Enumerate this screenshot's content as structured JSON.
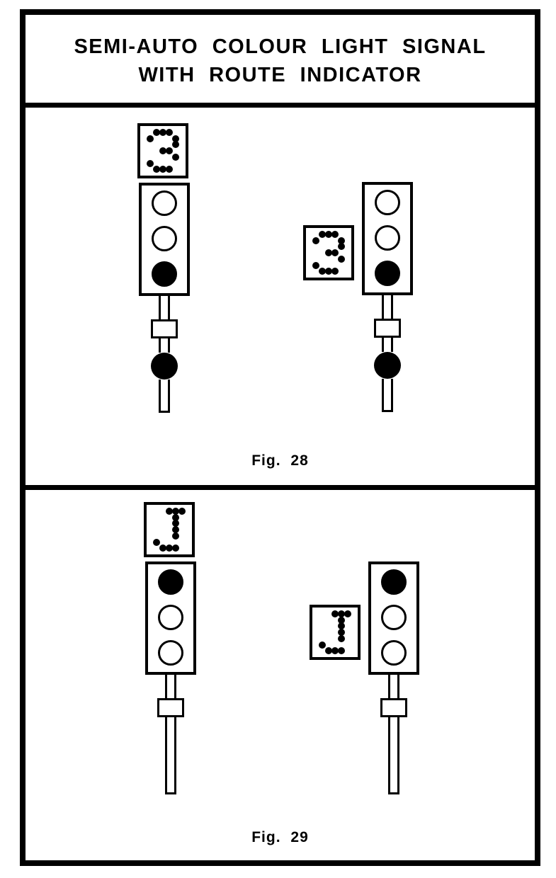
{
  "title": {
    "line1": "SEMI-AUTO COLOUR LIGHT SIGNAL",
    "line2": "WITH ROUTE INDICATOR"
  },
  "colors": {
    "ink": "#000000",
    "paper": "#ffffff"
  },
  "figures": [
    {
      "id": "fig28",
      "caption": "Fig. 28",
      "signals": [
        {
          "label": "semi-auto-signal-route-indicator-above",
          "indicator": {
            "character": "3",
            "position": "above"
          },
          "lamps": [
            "unlit",
            "unlit",
            "lit"
          ],
          "post": {
            "has_number_plate": true,
            "has_marker_light": true
          }
        },
        {
          "label": "semi-auto-signal-route-indicator-left",
          "indicator": {
            "character": "3",
            "position": "left"
          },
          "lamps": [
            "unlit",
            "unlit",
            "lit"
          ],
          "post": {
            "has_number_plate": true,
            "has_marker_light": true
          }
        }
      ]
    },
    {
      "id": "fig29",
      "caption": "Fig. 29",
      "signals": [
        {
          "label": "semi-auto-signal-route-indicator-above",
          "indicator": {
            "character": "J",
            "position": "above"
          },
          "lamps": [
            "lit",
            "unlit",
            "unlit"
          ],
          "post": {
            "has_number_plate": true,
            "has_marker_light": false
          }
        },
        {
          "label": "semi-auto-signal-route-indicator-left",
          "indicator": {
            "character": "J",
            "position": "left"
          },
          "lamps": [
            "lit",
            "unlit",
            "unlit"
          ],
          "post": {
            "has_number_plate": true,
            "has_marker_light": false
          }
        }
      ]
    }
  ],
  "dot_matrix_glyphs": {
    "3": [
      [
        1,
        0
      ],
      [
        2,
        0
      ],
      [
        3,
        0
      ],
      [
        0,
        1
      ],
      [
        4,
        1
      ],
      [
        4,
        2
      ],
      [
        2,
        3
      ],
      [
        3,
        3
      ],
      [
        4,
        4
      ],
      [
        0,
        5
      ],
      [
        1,
        6
      ],
      [
        2,
        6
      ],
      [
        3,
        6
      ]
    ],
    "J": [
      [
        2,
        0
      ],
      [
        3,
        0
      ],
      [
        4,
        0
      ],
      [
        3,
        1
      ],
      [
        3,
        2
      ],
      [
        3,
        3
      ],
      [
        3,
        4
      ],
      [
        0,
        5
      ],
      [
        1,
        6
      ],
      [
        2,
        6
      ],
      [
        3,
        6
      ]
    ]
  }
}
